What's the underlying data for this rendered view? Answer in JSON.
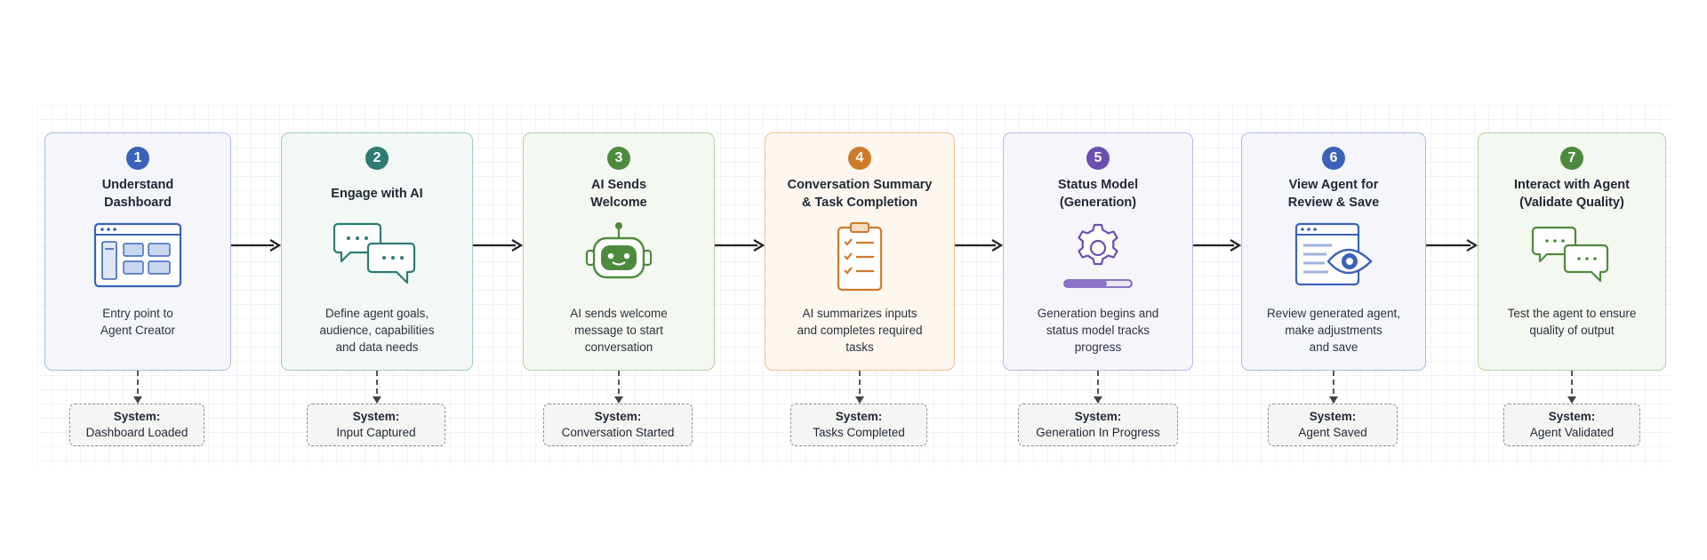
{
  "steps": [
    {
      "number": "1",
      "title_lines": [
        "Understand",
        "Dashboard"
      ],
      "icon": "dashboard-icon",
      "description_lines": [
        "Entry point to",
        "Agent Creator"
      ],
      "system_label": "System:",
      "system_status": "Dashboard Loaded",
      "color": "#3a63b8",
      "bg": "#f4f6fc",
      "border": "#a9bde0"
    },
    {
      "number": "2",
      "title_lines": [
        "Engage with AI"
      ],
      "icon": "chat-bubbles-icon",
      "description_lines": [
        "Define agent goals,",
        "audience, capabilities",
        "and data needs"
      ],
      "system_label": "System:",
      "system_status": "Input Captured",
      "color": "#2f7a72",
      "bg": "#f2f8f6",
      "border": "#9fcac0"
    },
    {
      "number": "3",
      "title_lines": [
        "AI Sends",
        "Welcome"
      ],
      "icon": "robot-icon",
      "description_lines": [
        "AI sends welcome",
        "message to start",
        "conversation"
      ],
      "system_label": "System:",
      "system_status": "Conversation Started",
      "color": "#4e8a3d",
      "bg": "#f3f8f0",
      "border": "#b3d3a4"
    },
    {
      "number": "4",
      "title_lines": [
        "Conversation Summary",
        "& Task Completion"
      ],
      "icon": "clipboard-checklist-icon",
      "description_lines": [
        "AI summarizes inputs",
        "and completes required",
        "tasks"
      ],
      "system_label": "System:",
      "system_status": "Tasks Completed",
      "color": "#cf7a2a",
      "bg": "#fdf7f0",
      "border": "#eec094"
    },
    {
      "number": "5",
      "title_lines": [
        "Status Model",
        "(Generation)"
      ],
      "icon": "gear-progress-icon",
      "description_lines": [
        "Generation begins and",
        "status model tracks",
        "progress"
      ],
      "system_label": "System:",
      "system_status": "Generation In Progress",
      "color": "#6a4fb0",
      "bg": "#f7f5fc",
      "border": "#c4b6e6"
    },
    {
      "number": "6",
      "title_lines": [
        "View Agent for",
        "Review & Save"
      ],
      "icon": "window-eye-icon",
      "description_lines": [
        "Review generated agent,",
        "make adjustments",
        "and save"
      ],
      "system_label": "System:",
      "system_status": "Agent Saved",
      "color": "#3a63b8",
      "bg": "#f4f6fc",
      "border": "#a9bde0"
    },
    {
      "number": "7",
      "title_lines": [
        "Interact with Agent",
        "(Validate Quality)"
      ],
      "icon": "chat-bubbles-icon",
      "description_lines": [
        "Test the agent to ensure",
        "quality of output"
      ],
      "system_label": "System:",
      "system_status": "Agent Validated",
      "color": "#4e8a3d",
      "bg": "#f3f8f0",
      "border": "#b3d3a4"
    }
  ]
}
